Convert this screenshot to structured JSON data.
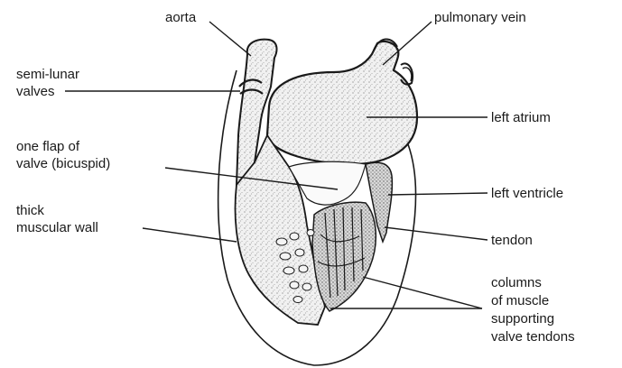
{
  "labels": {
    "aorta": "aorta",
    "pulmonary_vein": "pulmonary vein",
    "semi_lunar_1": "semi-lunar",
    "semi_lunar_2": "valves",
    "left_atrium": "left atrium",
    "flap_1": "one flap of",
    "flap_2": "valve (bicuspid)",
    "left_ventricle": "left ventricle",
    "thick_1": "thick",
    "thick_2": "muscular wall",
    "tendon": "tendon",
    "columns_1": "columns",
    "columns_2": "of muscle",
    "columns_3": "supporting",
    "columns_4": "valve tendons"
  },
  "colors": {
    "ink": "#1a1a1a",
    "tissue": "#ececec",
    "background": "#ffffff"
  }
}
